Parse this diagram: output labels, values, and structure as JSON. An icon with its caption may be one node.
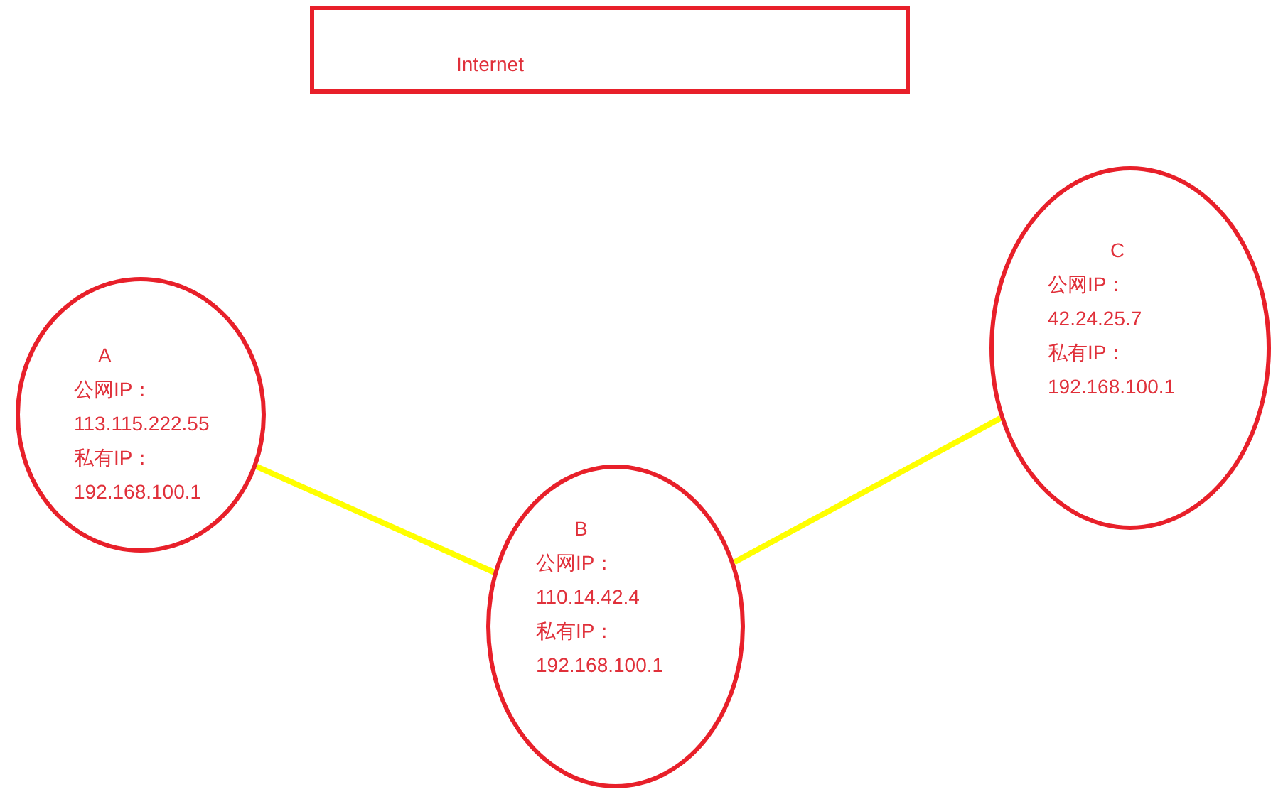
{
  "diagram": {
    "nodes": [
      {
        "text": [
          "Internet"
        ]
      },
      {
        "text": [
          "A",
          "公网IP：",
          "113.115.222.55",
          "私有IP：",
          "192.168.100.1"
        ]
      },
      {
        "text": [
          "B",
          "公网IP：",
          "110.14.42.4",
          "私有IP：",
          "192.168.100.1"
        ]
      },
      {
        "text": [
          "C",
          "公网IP：",
          "42.24.25.7",
          "私有IP：",
          "192.168.100.1"
        ]
      }
    ],
    "edges": [
      {
        "from": 1,
        "to": 2,
        "arrow": "none"
      },
      {
        "from": 2,
        "to": 3,
        "arrow": "none"
      }
    ]
  }
}
